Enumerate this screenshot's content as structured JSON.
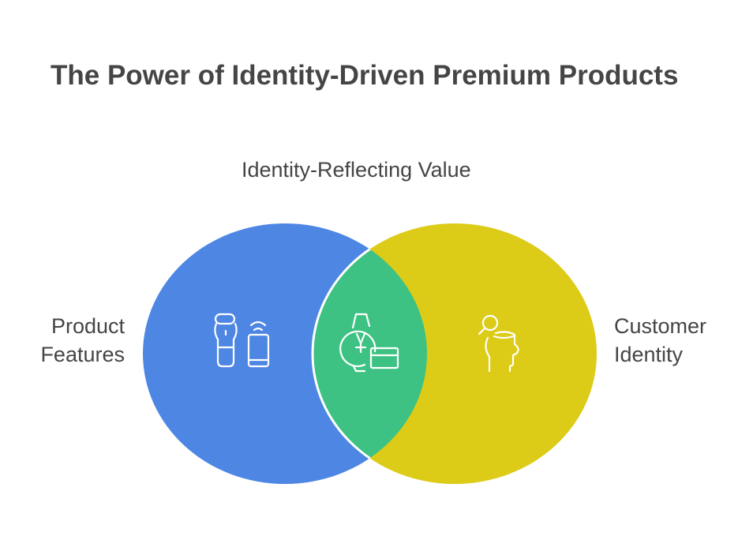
{
  "title": "The Power of Identity-Driven Premium Products",
  "sets": [
    {
      "label_line1": "Product",
      "label_line2": "Features",
      "color": "#4e86e4",
      "icons": [
        "perfume-bottle-icon",
        "smartphone-signal-icon"
      ]
    },
    {
      "label_line1": "Customer",
      "label_line2": "Identity",
      "color": "#dccb17",
      "icons": [
        "person-search-icon"
      ]
    }
  ],
  "intersection": {
    "label": "Identity-Reflecting Value",
    "color": "#3dc283",
    "icons": [
      "watch-yen-card-icon"
    ]
  }
}
